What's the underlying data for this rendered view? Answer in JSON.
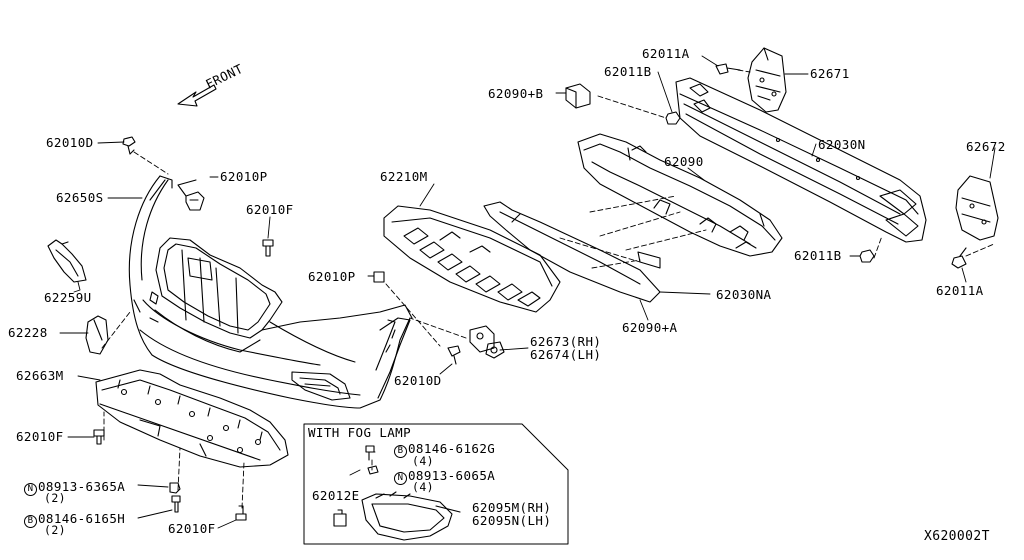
{
  "front_label": "FRONT",
  "diagram_id": "X620002T",
  "inset_title": "WITH FOG LAMP",
  "labels": {
    "p62011A_top": "62011A",
    "p62671": "62671",
    "p62011B_top": "62011B",
    "p62090B": "62090+B",
    "p62030N": "62030N",
    "p62090": "62090",
    "p62672": "62672",
    "p62010D_top": "62010D",
    "p62010P_top": "62010P",
    "p62210M": "62210M",
    "p62650S": "62650S",
    "p62010F_mid": "62010F",
    "p62259U": "62259U",
    "p62010P_mid": "62010P",
    "p62011B_right": "62011B",
    "p62011A_right": "62011A",
    "p62030NA": "62030NA",
    "p62228": "62228",
    "p62090A": "62090+A",
    "p62673": "62673(RH)",
    "p62674": "62674(LH)",
    "p62663M": "62663M",
    "p62010D_bot": "62010D",
    "p62010F_left": "62010F",
    "p08146_6162G": "08146-6162G",
    "q08146_6162G": "(4)",
    "p08913_6065A": "08913-6065A",
    "q08913_6065A": "(4)",
    "p08913_6365A": "08913-6365A",
    "q08913_6365A": "(2)",
    "p62012E": "62012E",
    "p62095M": "62095M(RH)",
    "p62095N": "62095N(LH)",
    "p08146_6165H": "08146-6165H",
    "q08146_6165H": "(2)",
    "p62010F_bot": "62010F"
  },
  "prefix_B": "B",
  "prefix_N": "N"
}
